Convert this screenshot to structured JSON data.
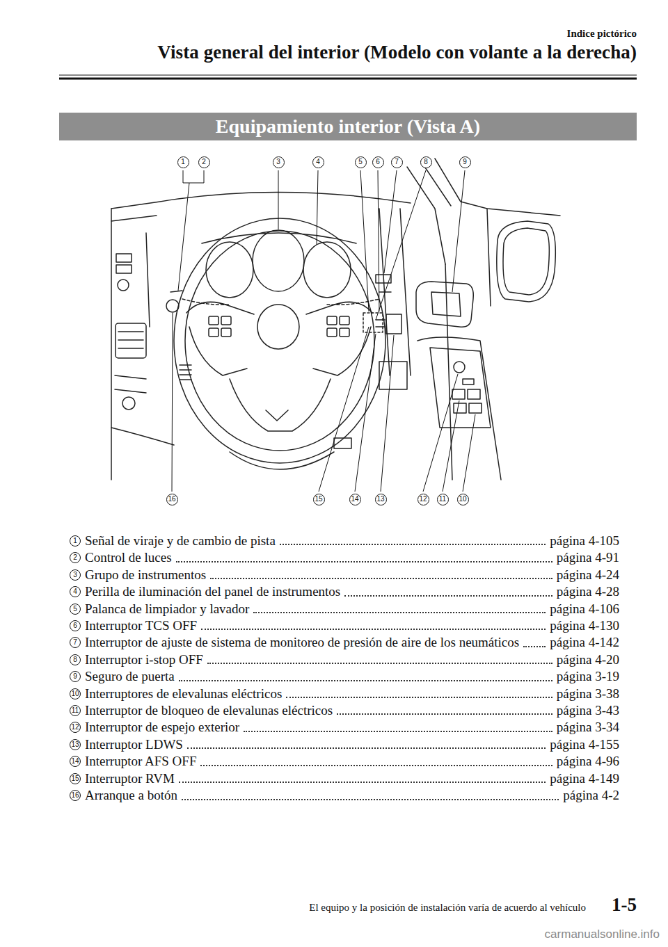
{
  "diagram": {
    "title": "Vista general del interior (Modelo con volante a la derecha)",
    "nodes": [
      {
        "text": [
          "Equipamiento interior (Vista A)"
        ]
      }
    ],
    "labels": [
      "Indice pictórico",
      "1",
      "2",
      "3",
      "4",
      "5",
      "6",
      "7",
      "8",
      "9",
      "16",
      "15",
      "14",
      "13",
      "12",
      "11",
      "10",
      "1",
      "Señal de viraje y de cambio de pista",
      "página 4-105",
      "2",
      "Control de luces",
      "página 4-91",
      "3",
      "Grupo de instrumentos",
      "página 4-24",
      "4",
      "Perilla de iluminación del panel de instrumentos",
      "página 4-28",
      "5",
      "Palanca de limpiador y lavador",
      "página 4-106",
      "6",
      "Interruptor TCS OFF",
      "página 4-130",
      "7",
      "Interruptor de ajuste de sistema de monitoreo de presión de aire de los neumáticos",
      "página 4-142",
      "8",
      "Interruptor i-stop OFF",
      "página 4-20",
      "9",
      "Seguro de puerta",
      "página 3-19",
      "10",
      "Interruptores de elevalunas eléctricos",
      "página 3-38",
      "11",
      "Interruptor de bloqueo de elevalunas eléctricos",
      "página 3-43",
      "12",
      "Interruptor de espejo exterior",
      "página 3-34",
      "13",
      "Interruptor LDWS",
      "página 4-155",
      "14",
      "Interruptor AFS OFF",
      "página 4-96",
      "15",
      "Interruptor RVM",
      "página 4-149",
      "16",
      "Arranque a botón",
      "página 4-2",
      "El equipo y la posición de instalación varía de acuerdo al vehículo",
      "1-5",
      "carmanualsonline.info"
    ]
  }
}
